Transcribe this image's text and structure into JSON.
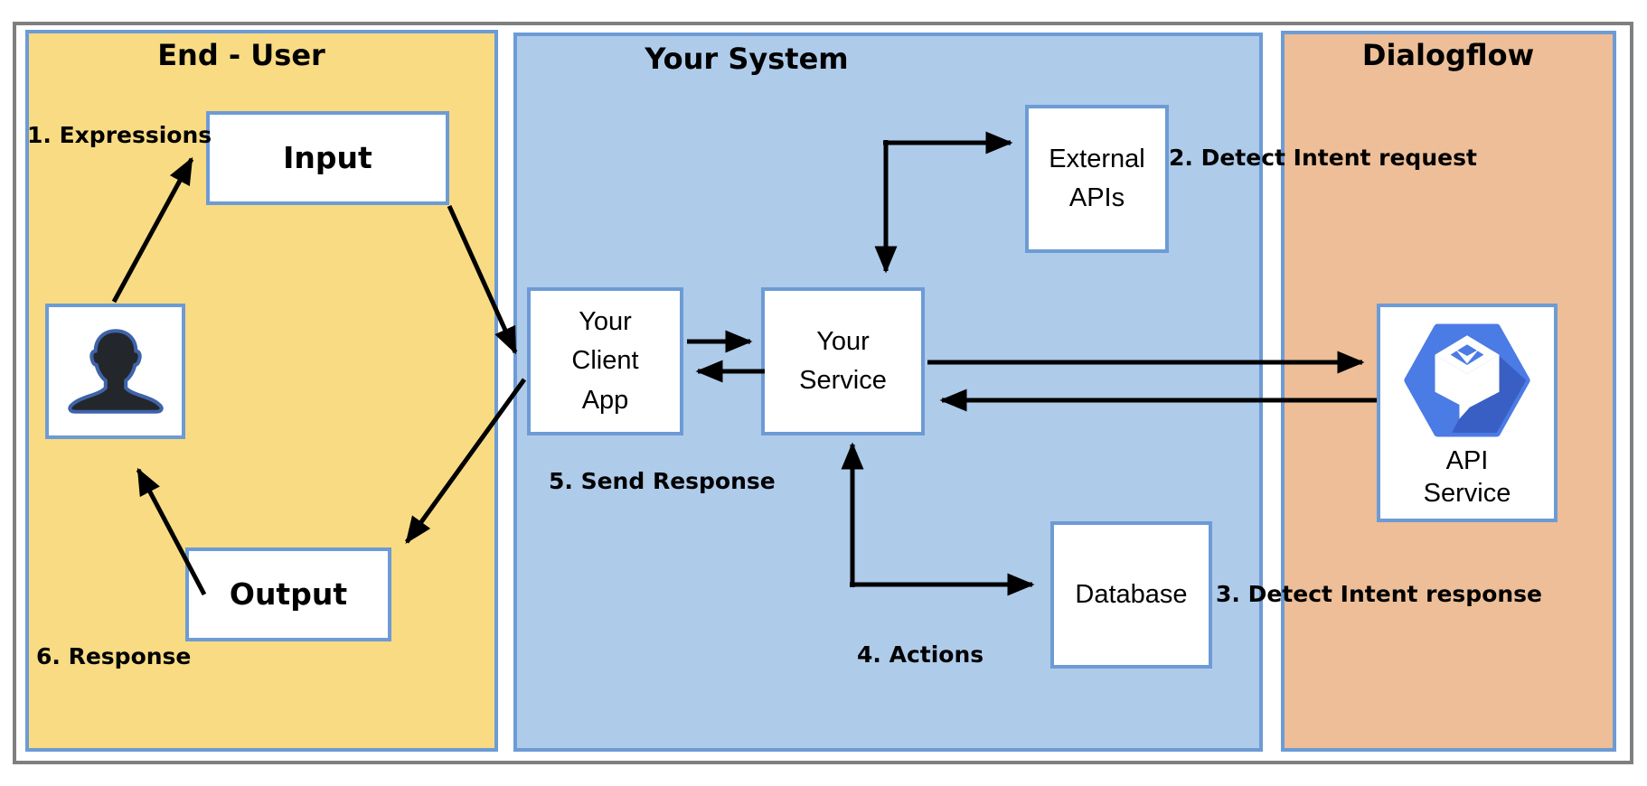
{
  "diagram": {
    "sections": {
      "end_user": {
        "title": "End - User"
      },
      "your_system": {
        "title": "Your System"
      },
      "dialogflow": {
        "title": "Dialogflow"
      }
    },
    "nodes": {
      "input": {
        "label": "Input"
      },
      "user": {
        "icon": "person-silhouette"
      },
      "output": {
        "label": "Output"
      },
      "client_app": {
        "label": "Your Client App"
      },
      "service": {
        "label": "Your Service"
      },
      "external_apis": {
        "label": "External APIs"
      },
      "database": {
        "label": "Database"
      },
      "api_service": {
        "label": "API Service",
        "icon": "dialogflow-logo"
      }
    },
    "step_labels": {
      "step1": "1. Expressions",
      "step2": "2. Detect Intent request",
      "step3": "3. Detect Intent response",
      "step4": "4. Actions",
      "step5": "5. Send Response",
      "step6": "6. Response"
    },
    "colors": {
      "end_user_bg": "#F8DB83",
      "your_system_bg": "#AECBEA",
      "dialogflow_bg": "#EDBE97",
      "panel_border": "#6D9BD5",
      "outer_border": "#7F7F7F",
      "arrow": "#000000",
      "logo_blue": "#4B7BE5",
      "logo_blue_dark": "#3A5FC4"
    }
  }
}
